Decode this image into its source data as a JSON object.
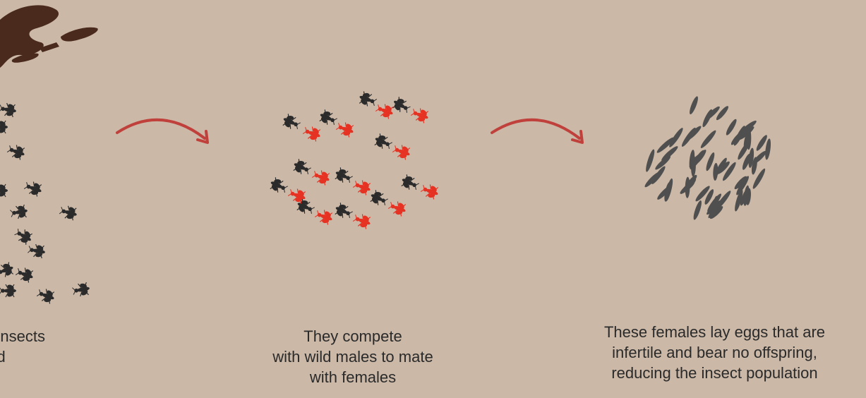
{
  "steps": [
    {
      "caption_lines": [
        "ale insects",
        "ased"
      ]
    },
    {
      "caption_lines": [
        "They compete",
        "with wild males to mate",
        "with females"
      ]
    },
    {
      "caption_lines": [
        "These females lay eggs that are",
        "infertile and bear no offspring,",
        "reducing the insect population"
      ]
    }
  ],
  "colors": {
    "background": "#cbb8a7",
    "sterile_insect": "#e53223",
    "wild_insect": "#2b2b2b",
    "arrow": "#c0403c",
    "blob": "#4a2a1d",
    "egg": "#4f4f4f",
    "text": "#2a2a2a"
  },
  "icons": {
    "release_shape": "brown-splash-icon",
    "insect": "insect-icon",
    "arrow": "curved-arrow-icon",
    "egg": "egg-icon"
  }
}
